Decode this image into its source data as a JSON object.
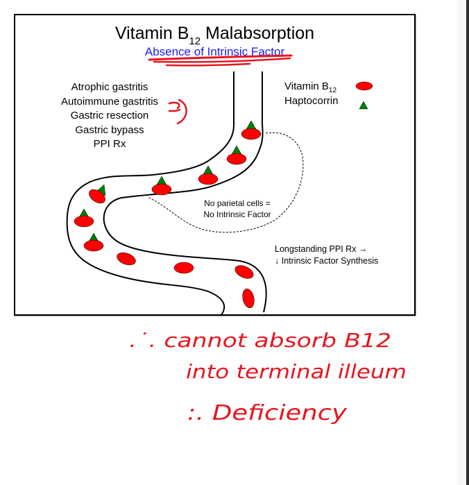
{
  "diagram": {
    "title_main": "Vitamin B",
    "title_sub": "12",
    "title_rest": " Malabsorption",
    "subtitle": "Absence of Intrinsic Factor",
    "causes": [
      "Atrophic gastritis",
      "Autoimmune gastritis",
      "Gastric resection",
      "Gastric bypass",
      "PPI Rx"
    ],
    "legend": {
      "items": [
        {
          "label": "Vitamin B",
          "sub": "12",
          "symbol": "red-ellipse"
        },
        {
          "label": "Haptocorrin",
          "sub": "",
          "symbol": "green-triangle"
        }
      ]
    },
    "note_parietal": [
      "No parietal cells =",
      "No Intrinsic Factor"
    ],
    "note_ppi": [
      "Longstanding PPI Rx →",
      "↓ Intrinsic Factor Synthesis"
    ],
    "colors": {
      "b12": "#ff0000",
      "haptocorrin": "#008000",
      "subtitle": "#1a1aff",
      "ink": "#e8141e"
    }
  },
  "annotations": {
    "line1": ".˙. cannot absorb B12",
    "line2": "into terminal illeum",
    "line3": ":. Deficiency"
  }
}
